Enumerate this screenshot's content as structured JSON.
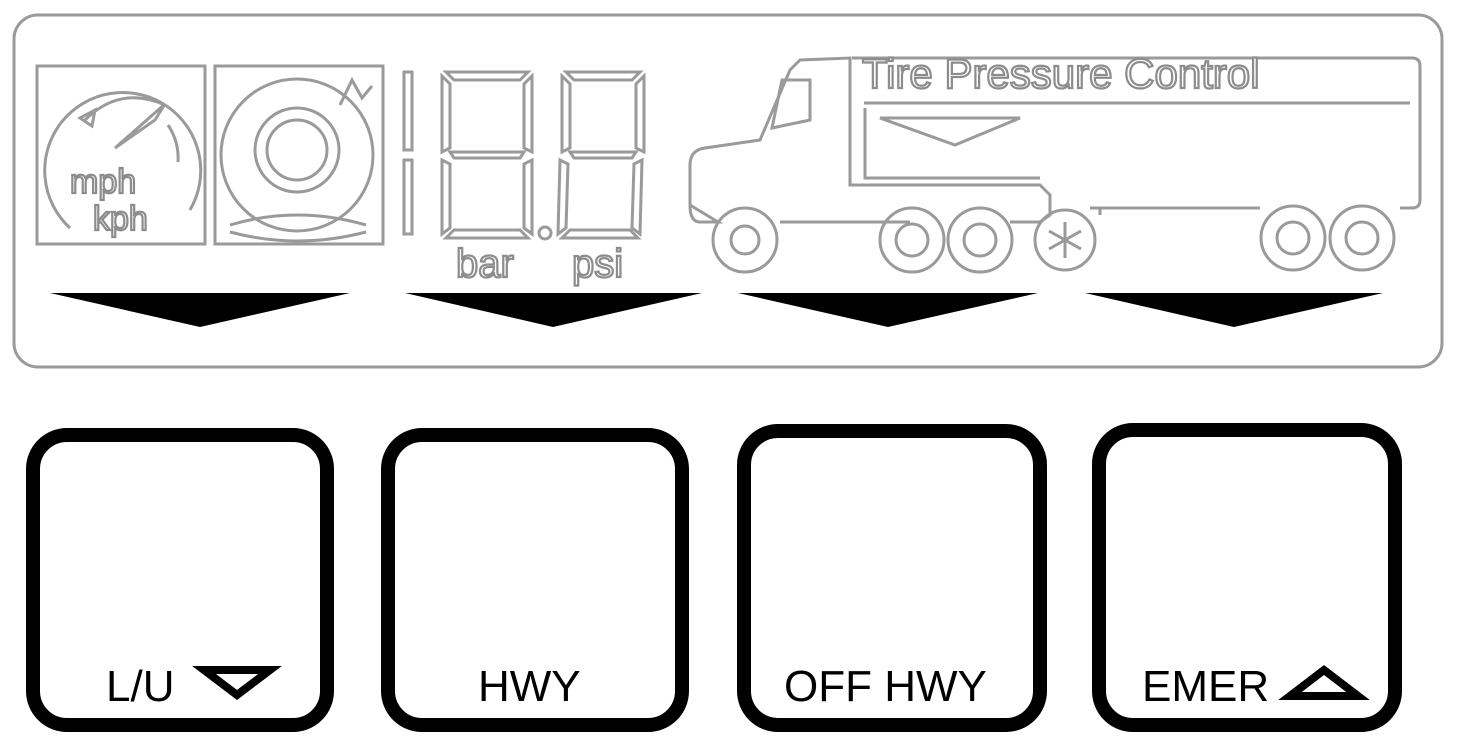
{
  "display": {
    "title": "Tire Pressure Control",
    "speed_units": [
      "mph",
      "kph"
    ],
    "pressure_units": [
      "bar",
      "psi"
    ]
  },
  "buttons": [
    {
      "label": "L/U",
      "icon": "triangle-down-outline-icon"
    },
    {
      "label": "HWY",
      "icon": ""
    },
    {
      "label": "OFF HWY",
      "icon": ""
    },
    {
      "label": "EMER",
      "icon": "triangle-up-outline-icon"
    }
  ]
}
